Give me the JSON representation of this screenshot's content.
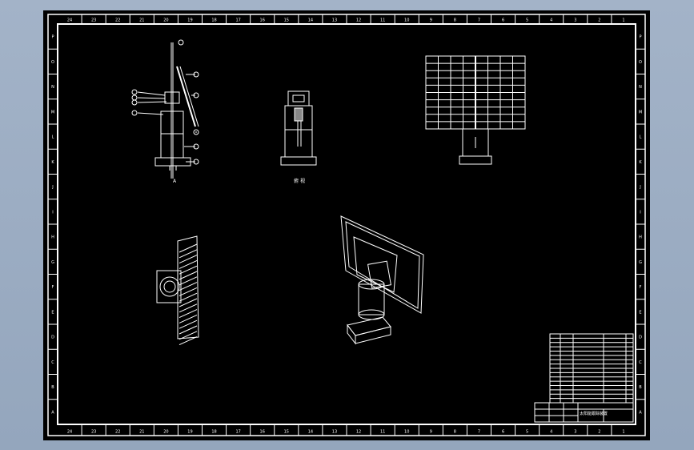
{
  "sheet": {
    "top_ruler": [
      "24",
      "23",
      "22",
      "21",
      "20",
      "19",
      "18",
      "17",
      "16",
      "15",
      "14",
      "13",
      "12",
      "11",
      "10",
      "9",
      "8",
      "7",
      "6",
      "5",
      "4",
      "3",
      "2",
      "1"
    ],
    "side_ruler": [
      "P",
      "O",
      "N",
      "M",
      "L",
      "K",
      "J",
      "I",
      "H",
      "G",
      "F",
      "E",
      "D",
      "C",
      "B",
      "A"
    ]
  },
  "views": {
    "side_view_label": "A",
    "front_view_caption": "俯 视"
  },
  "title_block": {
    "title": "太阳能跟踪装置"
  },
  "bom": {
    "row_count": 16
  }
}
